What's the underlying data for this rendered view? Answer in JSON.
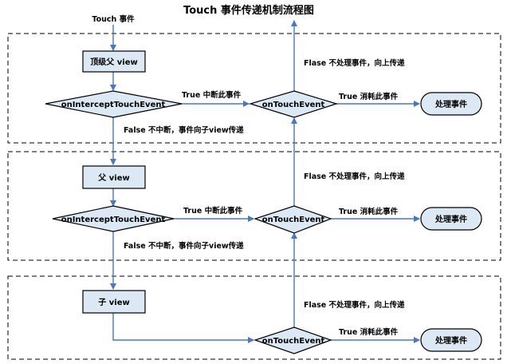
{
  "title": "Touch 事件传递机制流程图",
  "entry_label": "Touch 事件",
  "colors": {
    "node_fill": "#dde8f5",
    "edge": "#4a76c2",
    "border": "#000000"
  },
  "layers": [
    {
      "view_label": "顶级父 view",
      "intercept_label": "onInterceptTouchEvent",
      "touch_label": "onTouchEvent",
      "handle_label": "处理事件",
      "intercept_true_label": "True  中断此事件",
      "consume_label": "True  消耗此事件",
      "not_handled_label": "Flase  不处理事件，向上传递",
      "pass_down_label": "False  不中断，事件向子view传递"
    },
    {
      "view_label": "父  view",
      "intercept_label": "onInterceptTouchEvent",
      "touch_label": "onTouchEvent",
      "handle_label": "处理事件",
      "intercept_true_label": "True  中断此事件",
      "consume_label": "True  消耗此事件",
      "not_handled_label": "Flase  不处理事件，向上传递",
      "pass_down_label": "False  不中断，事件向子view传递"
    },
    {
      "view_label": "子  view",
      "touch_label": "onTouchEvent",
      "handle_label": "处理事件",
      "consume_label": "True  消耗此事件",
      "not_handled_label": "Flase  不处理事件，向上传递"
    }
  ]
}
